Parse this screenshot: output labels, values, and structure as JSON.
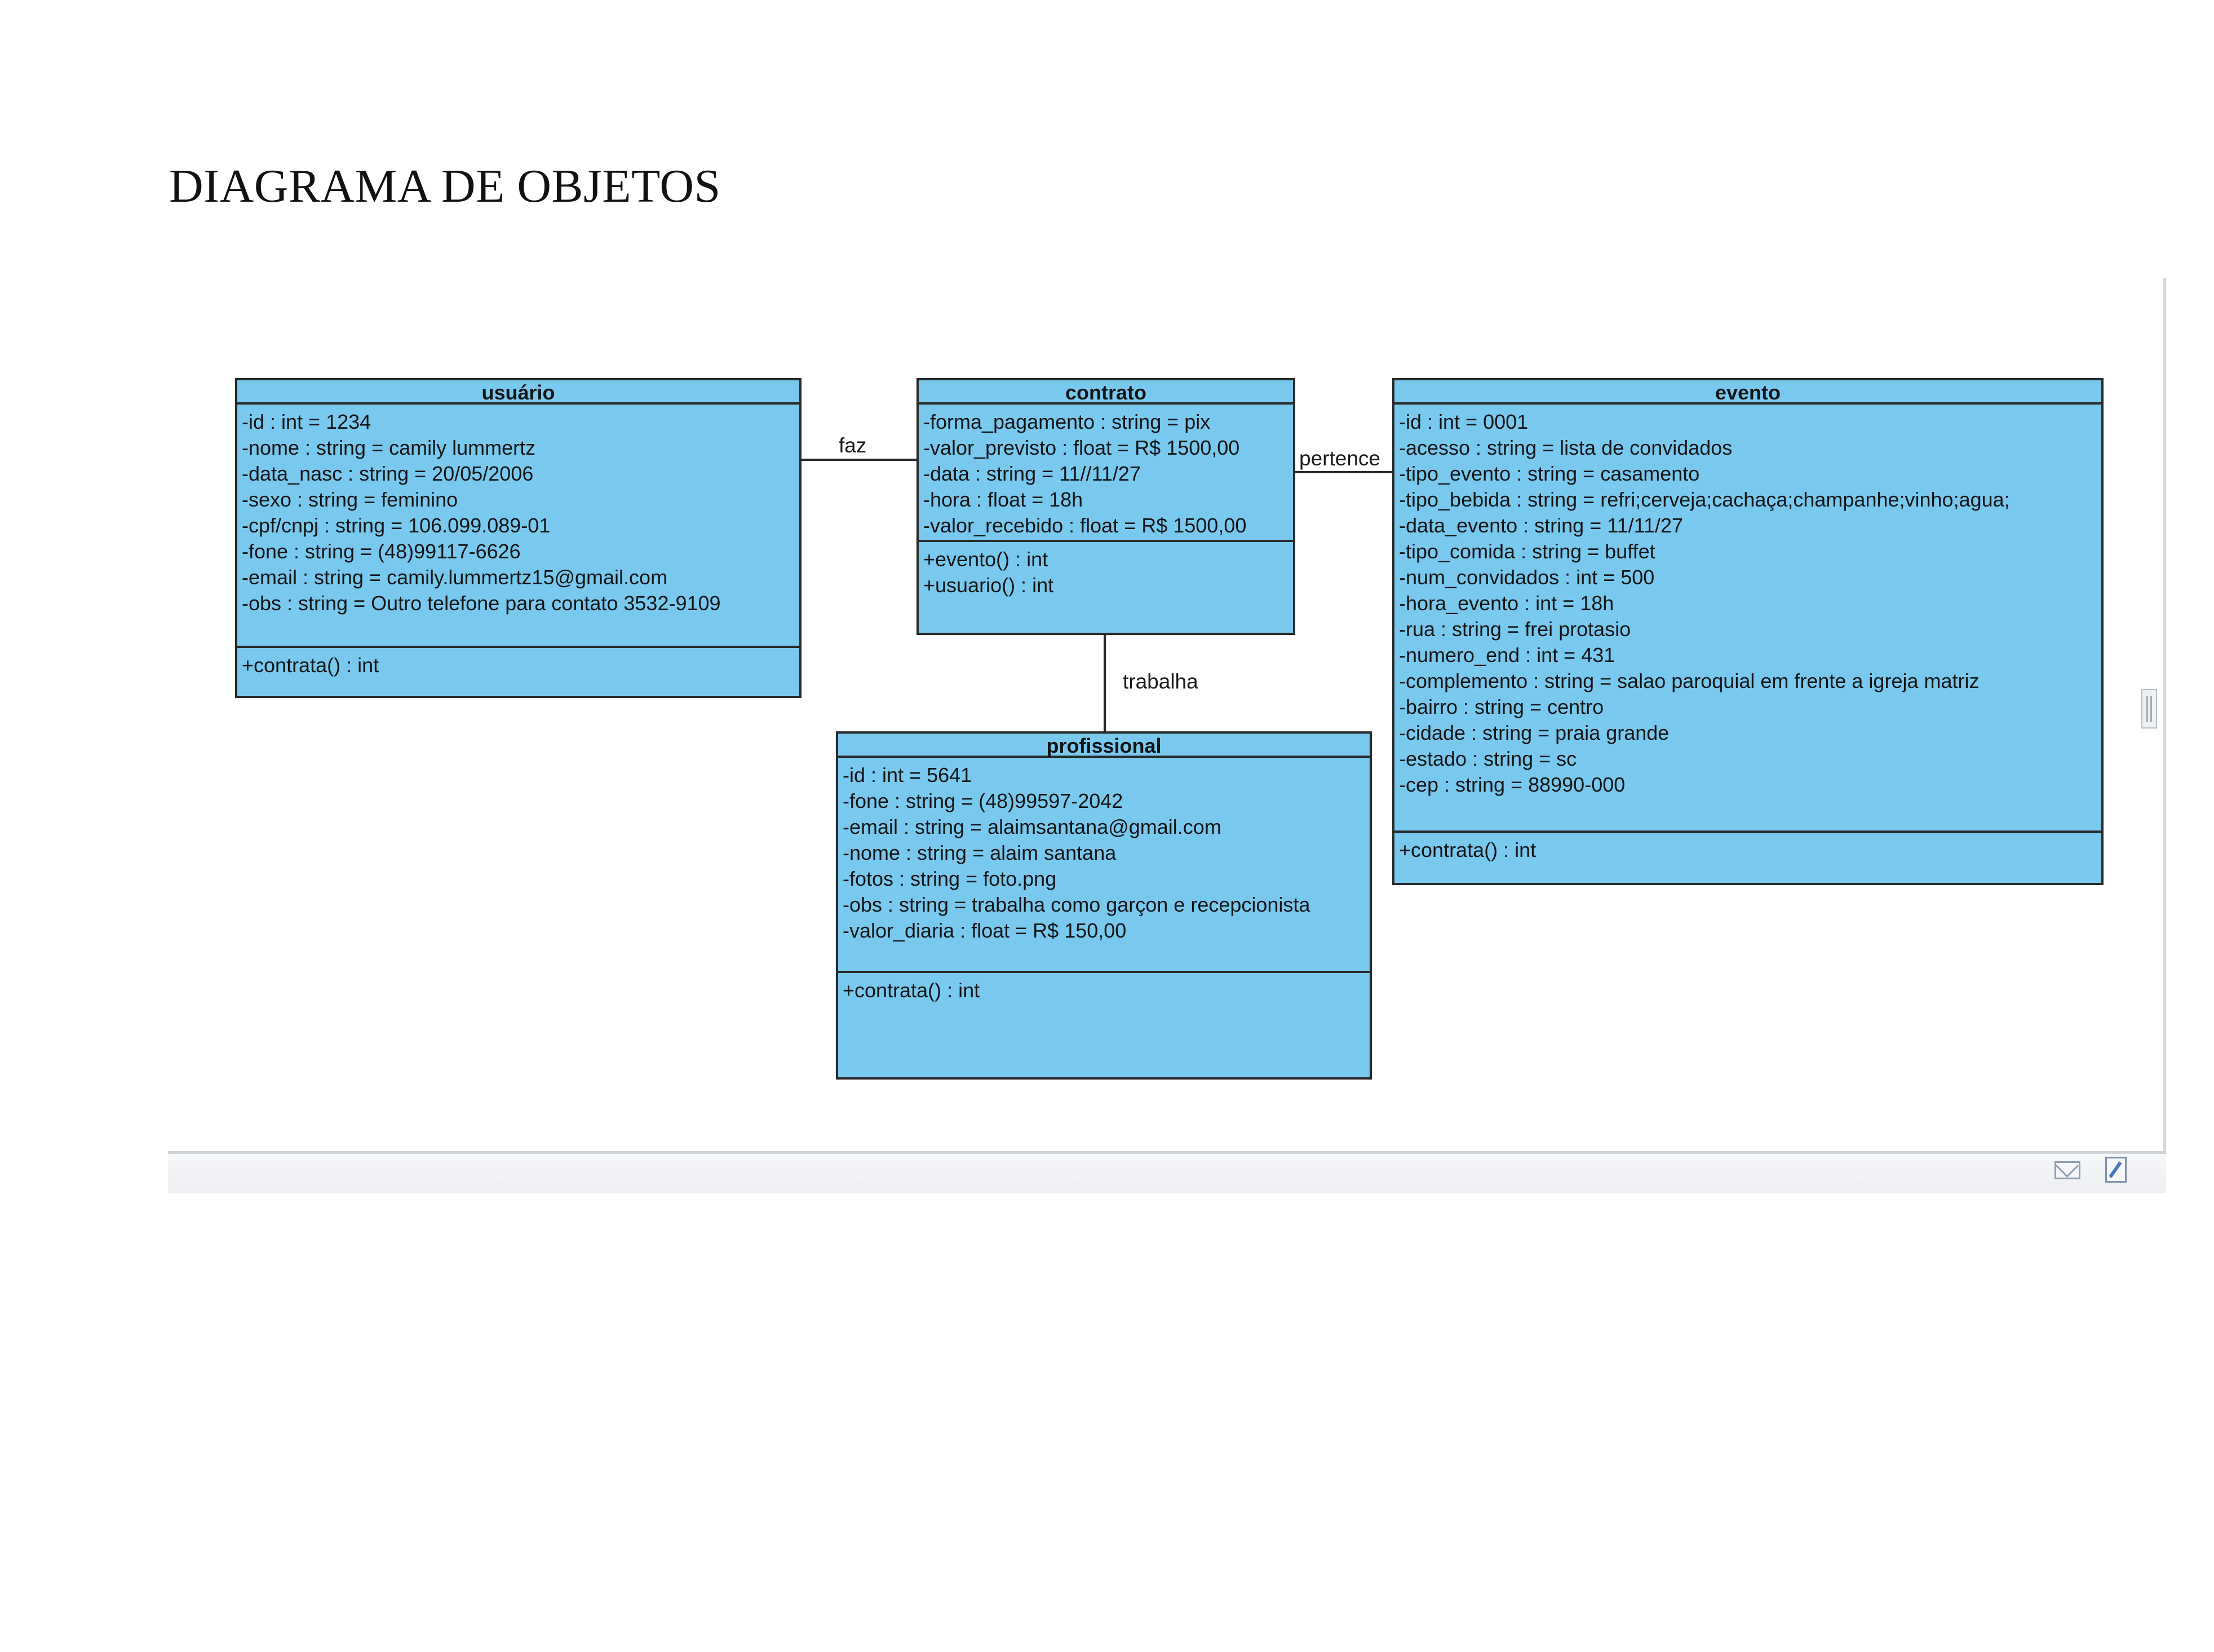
{
  "page": {
    "title": "DIAGRAMA DE OBJETOS"
  },
  "classes": {
    "usuario": {
      "name": "usuário",
      "attributes": [
        "-id : int = 1234",
        "-nome : string = camily lummertz",
        "-data_nasc : string = 20/05/2006",
        "-sexo : string = feminino",
        "-cpf/cnpj : string = 106.099.089-01",
        "-fone : string = (48)99117-6626",
        "-email : string = camily.lummertz15@gmail.com",
        "-obs : string = Outro telefone para contato 3532-9109"
      ],
      "operations": [
        "+contrata() : int"
      ]
    },
    "contrato": {
      "name": "contrato",
      "attributes": [
        "-forma_pagamento : string = pix",
        "-valor_previsto : float = R$ 1500,00",
        "-data : string = 11//11/27",
        "-hora : float = 18h",
        "-valor_recebido : float = R$ 1500,00"
      ],
      "operations": [
        "+evento() : int",
        "+usuario() : int"
      ]
    },
    "evento": {
      "name": "evento",
      "attributes": [
        "-id : int = 0001",
        "-acesso : string = lista de convidados",
        "-tipo_evento : string = casamento",
        "-tipo_bebida : string = refri;cerveja;cachaça;champanhe;vinho;agua;",
        "-data_evento : string = 11/11/27",
        "-tipo_comida : string = buffet",
        "-num_convidados : int = 500",
        "-hora_evento : int = 18h",
        "-rua : string = frei protasio",
        "-numero_end : int = 431",
        "-complemento : string = salao paroquial em frente a igreja matriz",
        "-bairro : string = centro",
        "-cidade : string = praia grande",
        "-estado : string = sc",
        "-cep : string = 88990-000"
      ],
      "operations": [
        "+contrata() : int"
      ]
    },
    "profissional": {
      "name": "profissional",
      "attributes": [
        "-id : int = 5641",
        "-fone : string = (48)99597-2042",
        "-email : string = alaimsantana@gmail.com",
        "-nome : string = alaim santana",
        "-fotos : string = foto.png",
        "-obs : string = trabalha como garçon e recepcionista",
        "-valor_diaria : float = R$ 150,00"
      ],
      "operations": [
        "+contrata() : int"
      ]
    }
  },
  "associations": {
    "faz": "faz",
    "pertence": "pertence",
    "trabalha": "trabalha"
  },
  "colors": {
    "class_fill": "#79c9ef",
    "class_border": "#2a2a2a"
  },
  "icons": [
    "mail-icon",
    "edit-icon"
  ]
}
